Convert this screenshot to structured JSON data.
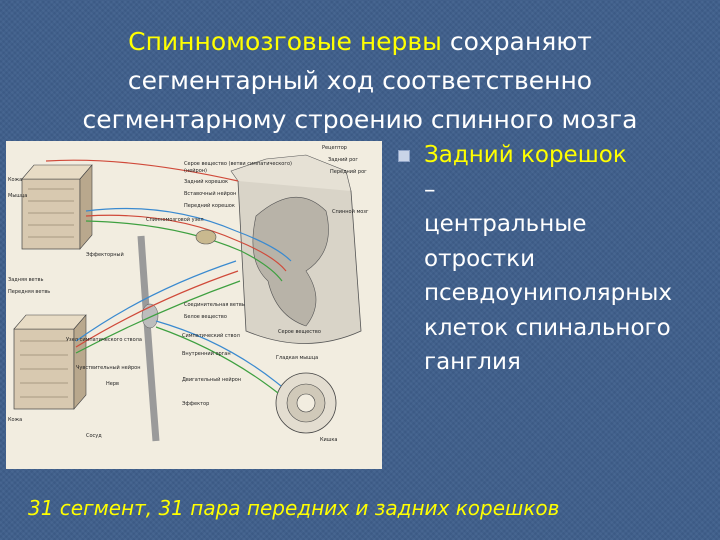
{
  "title": {
    "line1_highlight": "Спинномозговые нервы",
    "line1_rest": " сохраняют",
    "line2": "сегментарный ход соответственно",
    "line3": "сегментарному строению спинного мозга"
  },
  "bullet": {
    "highlight": "Задний корешок",
    "rest_first": " –",
    "lines": [
      "центральные",
      "отростки",
      "псевдоуниполярных",
      "клеток спинального",
      "ганглия"
    ]
  },
  "footer": "31 сегмент, 31 пара передних и задних корешков",
  "figure": {
    "labels": {
      "l1": "Серое вещество (ветви симпатического)",
      "l2": "(нейрон)",
      "l3": "Задний корешок",
      "l4": "Рецептор",
      "l5": "Задний рог",
      "l6": "Передний рог",
      "l7": "Вставочный нейрон",
      "l8": "Передний корешок",
      "l9": "Спинной мозг",
      "l10": "Кожа",
      "l11": "Мышца",
      "l12": "Эффекторный",
      "l13": "Спинномозговой узел",
      "l14": "Задняя ветвь",
      "l15": "Передняя ветвь",
      "l16": "Соединительная ветвь",
      "l17": "Белое вещество",
      "l18": "Серое вещество",
      "l19": "Симпатический ствол",
      "l20": "Узел симпатического ствола",
      "l21": "Внутренний орган",
      "l22": "Гладкая мышца",
      "l23": "Чувствительный нейрон",
      "l24": "Двигательный нейрон",
      "l25": "Кожа",
      "l26": "Нерв",
      "l27": "Эффектор",
      "l28": "Сосуд",
      "l29": "Кишка"
    }
  }
}
